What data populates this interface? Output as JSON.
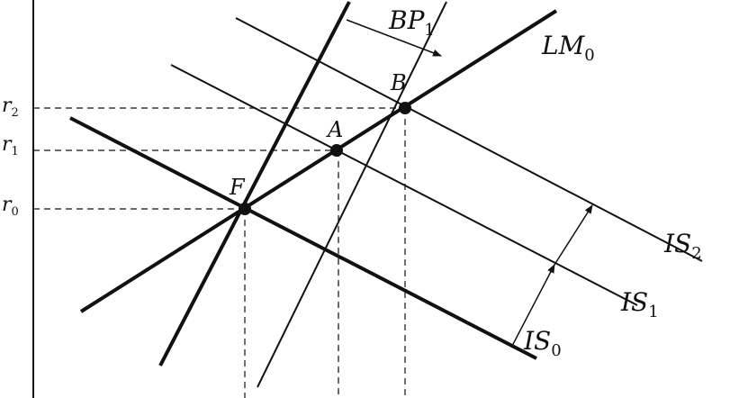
{
  "diagram": {
    "curves": {
      "lm": {
        "name": "LM",
        "sub": "0"
      },
      "is0": {
        "name": "IS",
        "sub": "0"
      },
      "is1": {
        "name": "IS",
        "sub": "1"
      },
      "is2": {
        "name": "IS",
        "sub": "2"
      },
      "bp0": {
        "name": "",
        "sub": ""
      },
      "bp1": {
        "name": "BP",
        "sub": "1"
      }
    },
    "points": {
      "f": "F",
      "a": "A",
      "b": "B"
    },
    "rate_ticks": [
      {
        "name": "r",
        "sub": "0"
      },
      {
        "name": "r",
        "sub": "1"
      },
      {
        "name": "r",
        "sub": "2"
      }
    ]
  }
}
